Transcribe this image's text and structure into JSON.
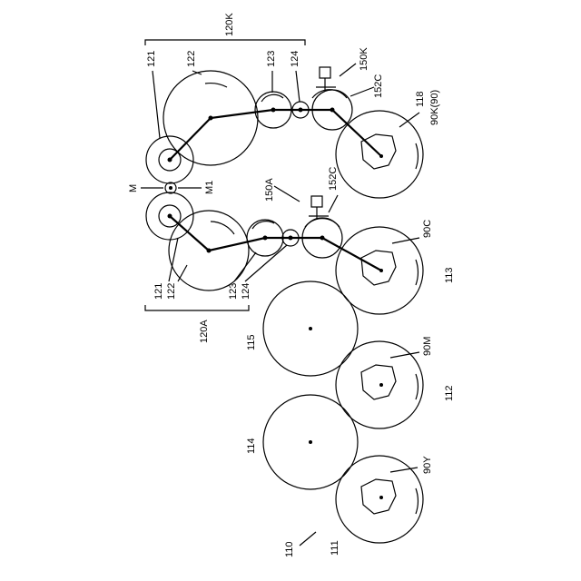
{
  "labels": {
    "assembly": "110",
    "gear_111": "111",
    "gear_112": "112",
    "gear_113": "113",
    "gear_114": "114",
    "gear_115": "115",
    "gear_118": "118",
    "cam_90y": "90Y",
    "cam_90m": "90M",
    "cam_90c": "90C",
    "cam_90k": "90K(90)",
    "unit_120a": "120A",
    "unit_120k": "120K",
    "g121_a": "121",
    "g122_a": "122",
    "g123_a": "123",
    "g124_a": "124",
    "g121_k": "121",
    "g122_k": "122",
    "g123_k": "123",
    "g124_k": "124",
    "motor_m": "M",
    "motor_m1": "M1",
    "clutch_150a": "150A",
    "clutch_150k": "150K",
    "part_152c_a": "152C",
    "part_152c_k": "152C"
  },
  "colors": {
    "stroke": "#000000",
    "background": "#ffffff"
  }
}
